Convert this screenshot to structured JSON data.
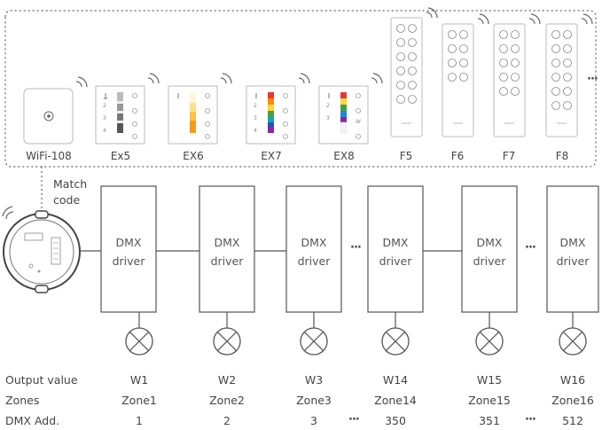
{
  "remotes": [
    {
      "id": "wifi108",
      "label": "WiFi-108"
    },
    {
      "id": "ex5",
      "label": "Ex5"
    },
    {
      "id": "ex6",
      "label": "EX6"
    },
    {
      "id": "ex7",
      "label": "EX7"
    },
    {
      "id": "ex8",
      "label": "EX8"
    },
    {
      "id": "f5",
      "label": "F5"
    },
    {
      "id": "f6",
      "label": "F6"
    },
    {
      "id": "f7",
      "label": "F7"
    },
    {
      "id": "f8",
      "label": "F8"
    }
  ],
  "match_code": {
    "line1": "Match",
    "line2": "code"
  },
  "drivers": [
    {
      "line1": "DMX",
      "line2": "driver"
    },
    {
      "line1": "DMX",
      "line2": "driver"
    },
    {
      "line1": "DMX",
      "line2": "driver"
    },
    {
      "line1": "DMX",
      "line2": "driver"
    },
    {
      "line1": "DMX",
      "line2": "driver"
    },
    {
      "line1": "DMX",
      "line2": "driver"
    }
  ],
  "ellipsis": "···",
  "row_headers": {
    "output": "Output value",
    "zones": "Zones",
    "dmx": "DMX Add."
  },
  "columns": [
    {
      "output": "W1",
      "zone": "Zone1",
      "dmx": "1"
    },
    {
      "output": "W2",
      "zone": "Zone2",
      "dmx": "2"
    },
    {
      "output": "W3",
      "zone": "Zone3",
      "dmx": "3"
    },
    {
      "output": "W14",
      "zone": "Zone14",
      "dmx": "350"
    },
    {
      "output": "W15",
      "zone": "Zone15",
      "dmx": "351"
    },
    {
      "output": "W16",
      "zone": "Zone16",
      "dmx": "512"
    }
  ],
  "panel_key_labels": {
    "w": "W",
    "one": "1",
    "two": "2",
    "three": "3",
    "four": "4"
  },
  "colors": {
    "line": "#555555",
    "dash": "#666666",
    "panel_border": "#bbbbbb",
    "text": "#444444"
  }
}
